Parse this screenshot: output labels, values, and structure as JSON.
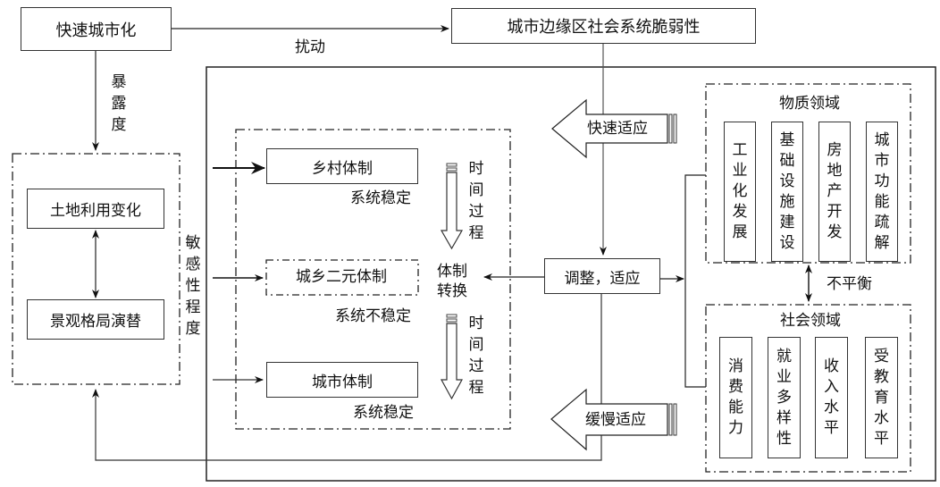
{
  "top": {
    "urbanization": "快速城市化",
    "vulnerability": "城市边缘区社会系统脆弱性",
    "disturbance": "扰动"
  },
  "left": {
    "exposure": "暴露度",
    "land_use": "土地利用变化",
    "landscape": "景观格局演替",
    "sensitivity": "敏感性程度"
  },
  "center": {
    "rural": "乡村体制",
    "rural_state": "系统稳定",
    "dual": "城乡二元体制",
    "dual_state": "系统不稳定",
    "urban": "城市体制",
    "urban_state": "系统稳定",
    "time_process_1": "时间过程",
    "time_process_2": "时间过程",
    "transition": "体制转换"
  },
  "adapt": {
    "fast": "快速适应",
    "slow": "缓慢适应",
    "adjust": "调整，适应"
  },
  "physical": {
    "title": "物质领域",
    "items": [
      "工业化发展",
      "基础设施建设",
      "房地产开发",
      "城市功能疏解"
    ]
  },
  "imbalance": "不平衡",
  "social": {
    "title": "社会领域",
    "items": [
      "消费能力",
      "就业多样性",
      "收入水平",
      "受教育水平"
    ]
  }
}
